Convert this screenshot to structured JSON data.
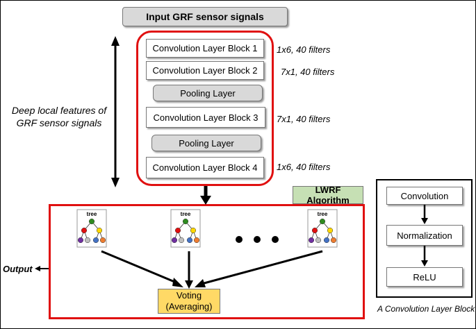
{
  "input": {
    "label": "Input GRF sensor signals"
  },
  "cnn_blocks": [
    {
      "label": "Convolution Layer Block 1",
      "type": "conv",
      "note": "1x6, 40 filters"
    },
    {
      "label": "Convolution Layer Block 2",
      "type": "conv",
      "note": "7x1, 40 filters"
    },
    {
      "label": "Pooling Layer",
      "type": "pool",
      "note": ""
    },
    {
      "label": "Convolution Layer Block 3",
      "type": "conv",
      "note": "7x1, 40 filters"
    },
    {
      "label": "Pooling Layer",
      "type": "pool",
      "note": ""
    },
    {
      "label": "Convolution Layer Block 4",
      "type": "conv",
      "note": "1x6, 40 filters"
    }
  ],
  "side_label": {
    "line1": "Deep local features of",
    "line2": "GRF sensor signals"
  },
  "lwrf": {
    "title": "LWRF Algorithm",
    "tree_label": "tree",
    "voting_line1": "Voting",
    "voting_line2": "(Averaging)"
  },
  "output_label": "Output",
  "conv_block_detail": {
    "steps": [
      "Convolution",
      "Normalization",
      "ReLU"
    ],
    "caption": "A Convolution Layer Block"
  },
  "colors": {
    "red_border": "#e01010",
    "input_fill": "#d9d9d9",
    "lwrf_fill": "#c6e0b4",
    "voting_fill": "#ffd966",
    "tree_root": "#2e8b1f",
    "tree_red": "#e01010",
    "tree_yellow": "#ffd700",
    "tree_purple": "#7030a0",
    "tree_gray": "#bfbfbf",
    "tree_blue": "#4472c4",
    "tree_orange": "#ed7d31"
  }
}
